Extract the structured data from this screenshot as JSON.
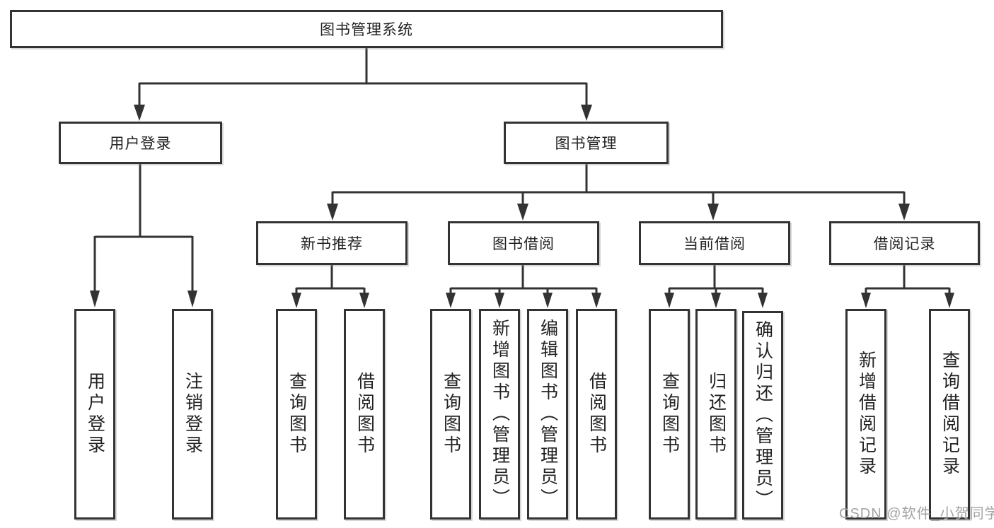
{
  "tree": {
    "root": {
      "label": "图书管理系统"
    },
    "branches": [
      {
        "label": "用户登录",
        "children": [
          {
            "label": "用户登录"
          },
          {
            "label": "注销登录"
          }
        ]
      },
      {
        "label": "图书管理",
        "children": [
          {
            "label": "新书推荐",
            "children": [
              {
                "label": "查询图书"
              },
              {
                "label": "借阅图书"
              }
            ]
          },
          {
            "label": "图书借阅",
            "children": [
              {
                "label": "查询图书"
              },
              {
                "label": "新增图书（管理员）"
              },
              {
                "label": "编辑图书（管理员）"
              },
              {
                "label": "借阅图书"
              }
            ]
          },
          {
            "label": "当前借阅",
            "children": [
              {
                "label": "查询图书"
              },
              {
                "label": "归还图书"
              },
              {
                "label": "确认归还（管理员）"
              }
            ]
          },
          {
            "label": "借阅记录",
            "children": [
              {
                "label": "新增借阅记录"
              },
              {
                "label": "查询借阅记录"
              }
            ]
          }
        ]
      }
    ]
  },
  "watermark": {
    "text": "CSDN @软件_小贺同学"
  },
  "colors": {
    "line": "#333333",
    "box_border": "#333333",
    "box_background": "#ffffff",
    "text": "#222222",
    "watermark": "#a3a3a6"
  }
}
